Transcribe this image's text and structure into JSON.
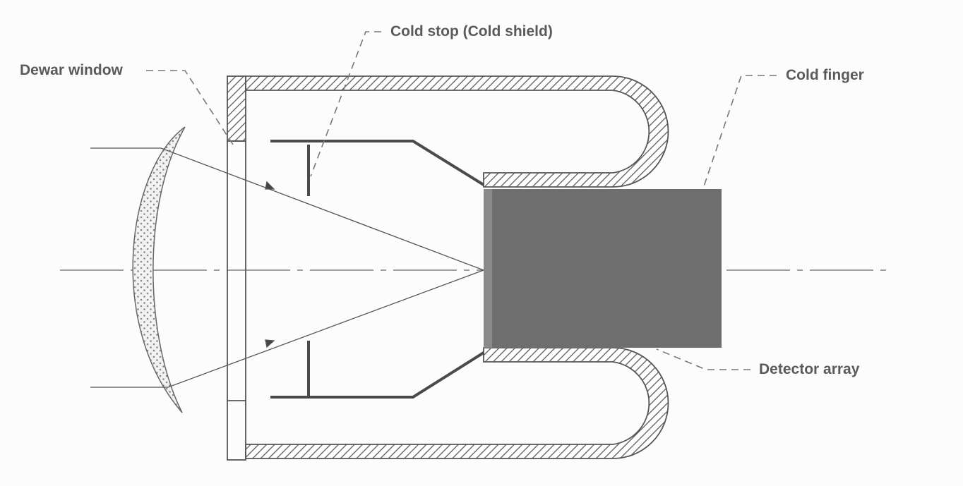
{
  "labels": {
    "cold_stop": "Cold stop (Cold shield)",
    "dewar_window": "Dewar window",
    "cold_finger": "Cold finger",
    "detector_array": "Detector array"
  },
  "colors": {
    "line": "#4a4a4a",
    "detector": "#6e6e6e",
    "label": "#5a5a5a"
  }
}
